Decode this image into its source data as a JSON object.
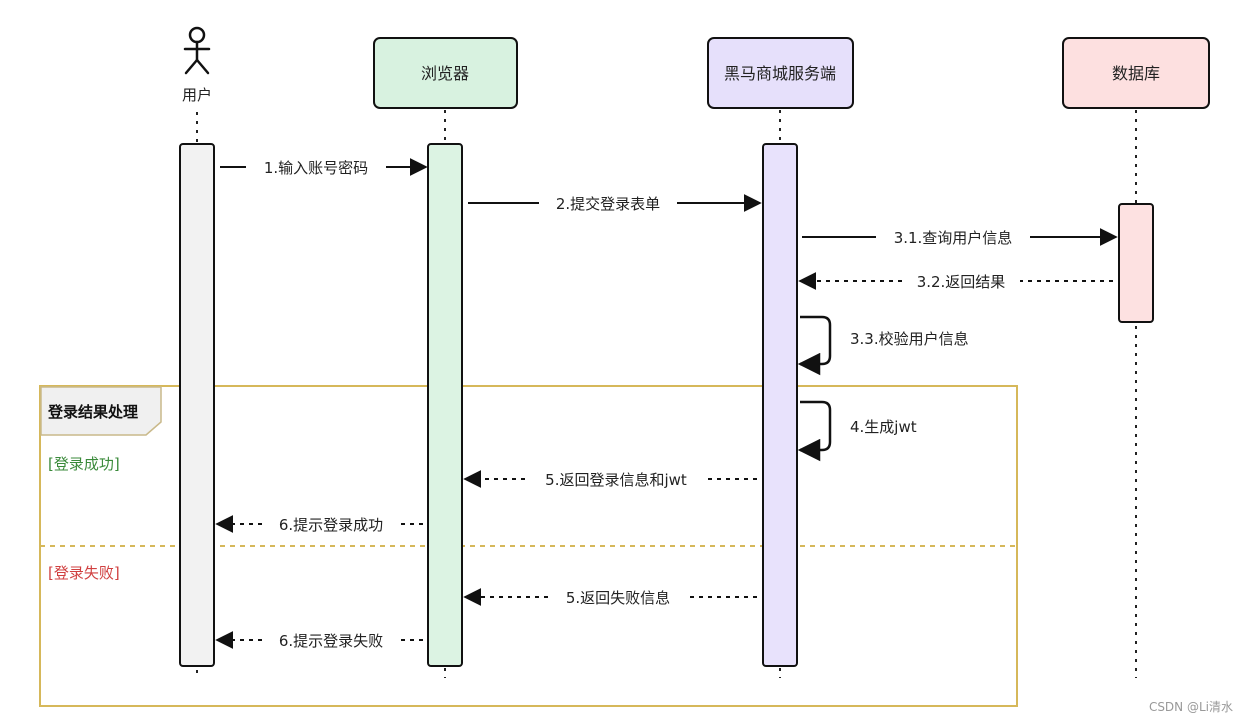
{
  "participants": {
    "user": {
      "label": "用户"
    },
    "browser": {
      "label": "浏览器",
      "fill": "#d8f2e0"
    },
    "server": {
      "label": "黑马商城服务端",
      "fill": "#e6e0fb"
    },
    "database": {
      "label": "数据库",
      "fill": "#fde0e0"
    }
  },
  "colors": {
    "user_bar": "#f2f2f2",
    "browser_bar": "#dcf3e3",
    "server_bar": "#e8e2fc",
    "db_bar": "#fde1e1",
    "frame_border": "#d6b85a",
    "success_green": "#3a8a3a",
    "fail_red": "#d04040"
  },
  "messages": [
    {
      "id": "m1",
      "label": "1.输入账号密码"
    },
    {
      "id": "m2",
      "label": "2.提交登录表单"
    },
    {
      "id": "m3_1",
      "label": "3.1.查询用户信息"
    },
    {
      "id": "m3_2",
      "label": "3.2.返回结果"
    },
    {
      "id": "m3_3",
      "label": "3.3.校验用户信息"
    },
    {
      "id": "m4",
      "label": "4.生成jwt"
    },
    {
      "id": "m5_ok",
      "label": "5.返回登录信息和jwt"
    },
    {
      "id": "m6_ok",
      "label": "6.提示登录成功"
    },
    {
      "id": "m5_fail",
      "label": "5.返回失败信息"
    },
    {
      "id": "m6_fail",
      "label": "6.提示登录失败"
    }
  ],
  "fragment": {
    "title": "登录结果处理",
    "success_guard": "[登录成功]",
    "fail_guard": "[登录失败]"
  },
  "watermark": "CSDN @Li清水"
}
